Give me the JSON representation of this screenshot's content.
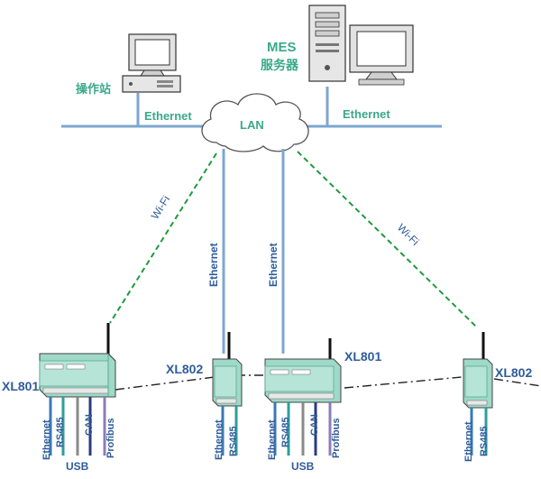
{
  "colors": {
    "line_blue": "#7da6cf",
    "wifi_green": "#1d9a3c",
    "label_green": "#3aa98a",
    "label_blue": "#2f5c9b",
    "device_green": "#9fd9c8",
    "device_dark": "#5aa994",
    "computer_gray": "#d8d8d8",
    "cable_blue": "#3a79b4",
    "cable_teal": "#2e9e9b",
    "cable_navy": "#2b3b7a",
    "cable_gray": "#8a8a8a",
    "cable_lilac": "#8e7cb8"
  },
  "labels": {
    "workstation": "操作站",
    "mes_line1": "MES",
    "mes_line2": "服务器",
    "ethernet_top_left": "Ethernet",
    "ethernet_top_right": "Ethernet",
    "lan": "LAN",
    "wifi_left": "Wi-Fi",
    "wifi_right": "Wi-Fi",
    "ethernet_vert_1": "Ethernet",
    "ethernet_vert_2": "Ethernet"
  },
  "devices": {
    "xl801_left": {
      "name": "XL801",
      "ports": [
        "Ethernet",
        "RS485",
        "USB",
        "CAN",
        "Profibus"
      ]
    },
    "xl802_left": {
      "name": "XL802",
      "ports": [
        "Ethernet",
        "RS485"
      ]
    },
    "xl801_right": {
      "name": "XL801",
      "ports": [
        "Ethernet",
        "RS485",
        "USB",
        "CAN",
        "Profibus"
      ]
    },
    "xl802_right": {
      "name": "XL802",
      "ports": [
        "Ethernet",
        "RS485"
      ]
    }
  }
}
